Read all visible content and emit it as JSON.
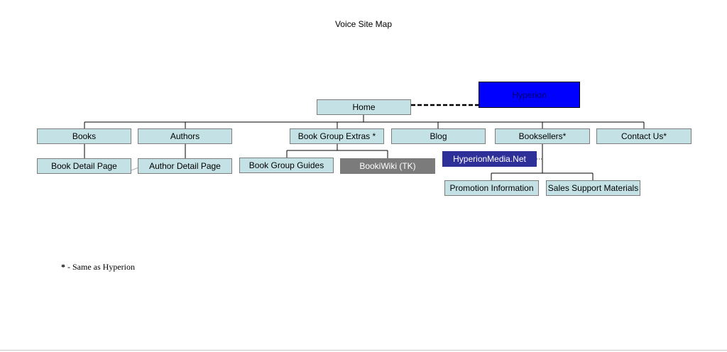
{
  "title": "Voice Site Map",
  "nodes": {
    "home": "Home",
    "hyperion": "Hyperion",
    "books": "Books",
    "authors": "Authors",
    "book_group_extras": "Book Group Extras *",
    "blog": "Blog",
    "booksellers": "Booksellers*",
    "contact_us": "Contact Us*",
    "book_detail_page": "Book Detail Page",
    "author_detail_page": "Author Detail Page",
    "book_group_guides": "Book Group Guides",
    "bookiwiki": "BookiWiki (TK)",
    "hyperion_media_net": "HyperionMedia.Net",
    "promotion_information": "Promotion Information",
    "sales_support_materials": "Sales Support Materials"
  },
  "footnote": {
    "star": "*",
    "text": " - Same as Hyperion"
  },
  "colors": {
    "box_fill": "#c4e2e5",
    "box_border": "#7d7d7d",
    "hyperion_fill": "#0000ff",
    "hyperion_media_fill": "#2f2f9a",
    "bookiwiki_fill": "#7b7b7b",
    "line": "#000000"
  }
}
